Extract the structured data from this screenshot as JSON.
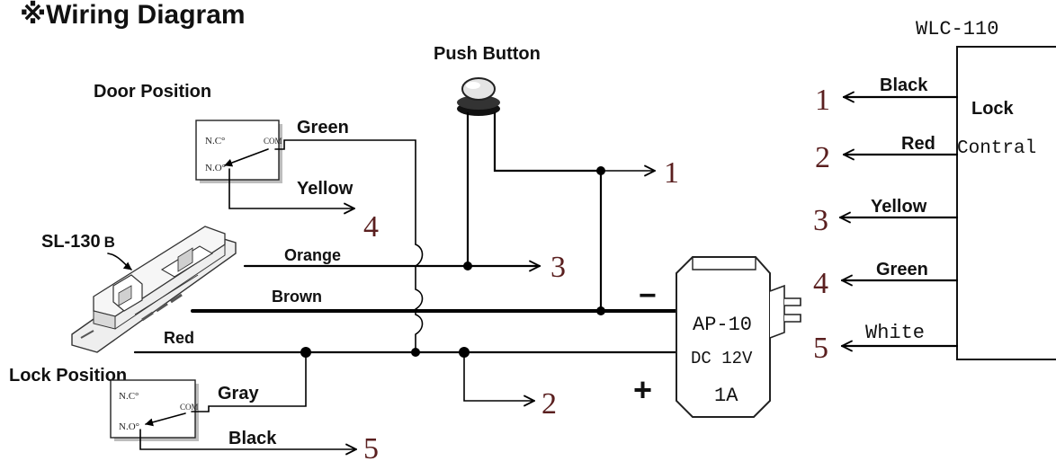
{
  "title": "※Wiring Diagram",
  "door_position": {
    "title": "Door Position",
    "nc": "N.C°",
    "com": "COM",
    "no": "N.O°",
    "wire_green": "Green",
    "wire_yellow": "Yellow",
    "yellow_number": "4"
  },
  "lock_position": {
    "title": "Lock Position",
    "nc": "N.C°",
    "com": "COM",
    "no": "N.O°",
    "wire_gray": "Gray",
    "wire_black": "Black",
    "black_number": "5"
  },
  "sensor": {
    "label": "SL-130",
    "suffix": "B"
  },
  "push_button": {
    "label": "Push Button",
    "output_number": "1"
  },
  "lock_wires": {
    "orange": "Orange",
    "orange_number": "3",
    "brown": "Brown",
    "red": "Red",
    "red_number": "2"
  },
  "power_supply": {
    "line1": "AP-10",
    "line2": "DC 12V",
    "line3": "1A",
    "minus": "−",
    "plus": "+"
  },
  "controller": {
    "model": "WLC-110",
    "line1": "Lock",
    "line2": "Contral",
    "terminals": [
      {
        "number": "1",
        "wire": "Black"
      },
      {
        "number": "2",
        "wire": "Red"
      },
      {
        "number": "3",
        "wire": "Yellow"
      },
      {
        "number": "4",
        "wire": "Green"
      },
      {
        "number": "5",
        "wire": "White"
      }
    ]
  }
}
